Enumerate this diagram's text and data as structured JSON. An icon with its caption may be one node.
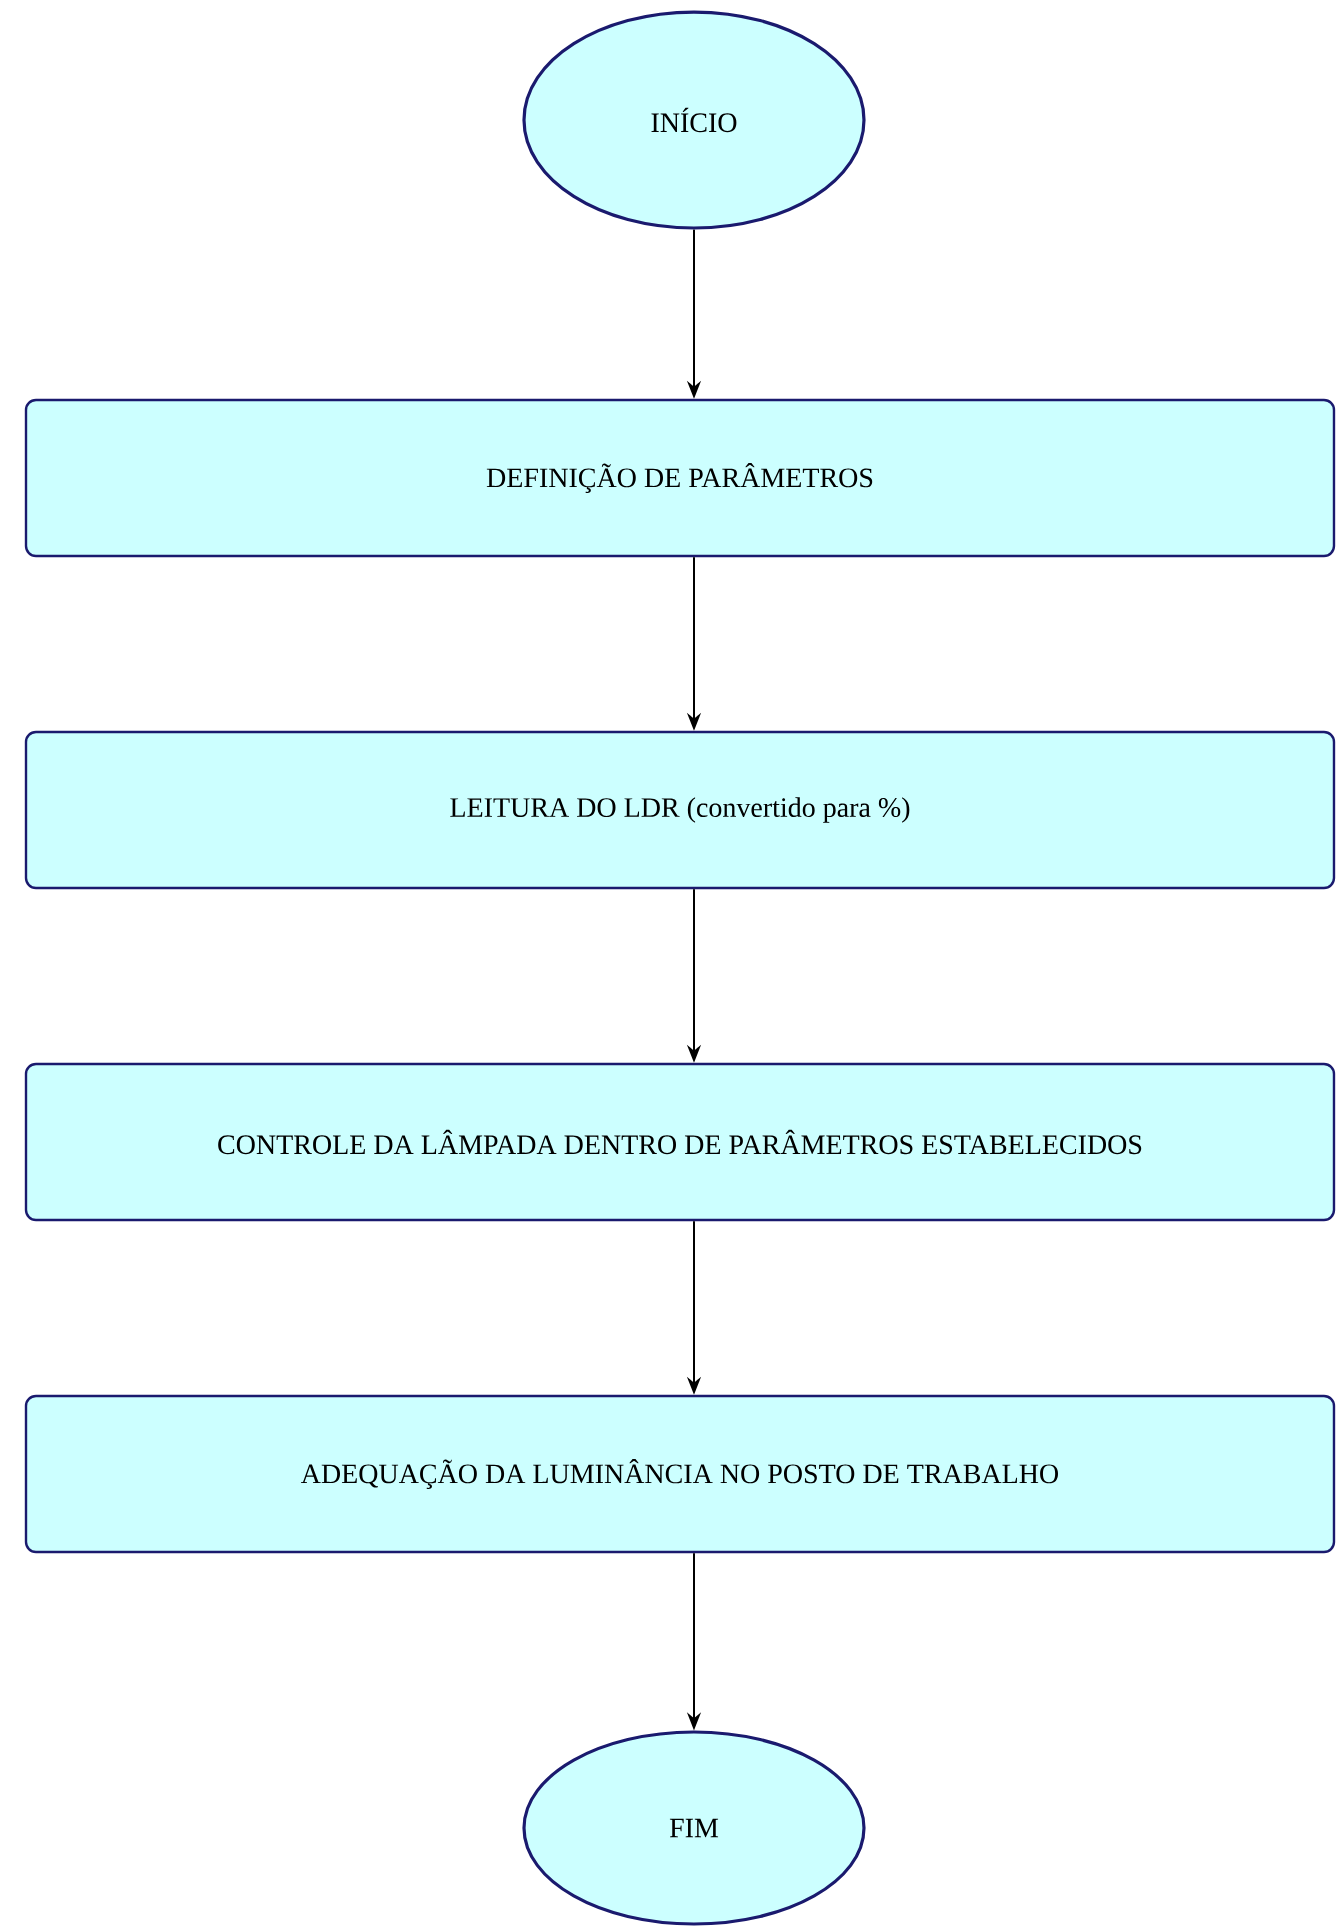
{
  "diagram": {
    "nodes": [
      {
        "text": [
          "INÍCIO"
        ]
      },
      {
        "text": [
          "DEFINIÇÃO DE PARÂMETROS"
        ]
      },
      {
        "text": [
          "LEITURA DO LDR (convertido para %)"
        ]
      },
      {
        "text": [
          "CONTROLE DA LÂMPADA DENTRO DE PARÂMETROS ESTABELECIDOS"
        ]
      },
      {
        "text": [
          "ADEQUAÇÃO DA LUMINÂNCIA NO POSTO DE TRABALHO"
        ]
      },
      {
        "text": [
          "FIM"
        ]
      }
    ],
    "edges": [
      {
        "from": 0,
        "to": 1,
        "arrow": "to"
      },
      {
        "from": 1,
        "to": 2,
        "arrow": "to"
      },
      {
        "from": 2,
        "to": 3,
        "arrow": "to"
      },
      {
        "from": 3,
        "to": 4,
        "arrow": "to"
      },
      {
        "from": 4,
        "to": 5,
        "arrow": "to"
      }
    ]
  }
}
